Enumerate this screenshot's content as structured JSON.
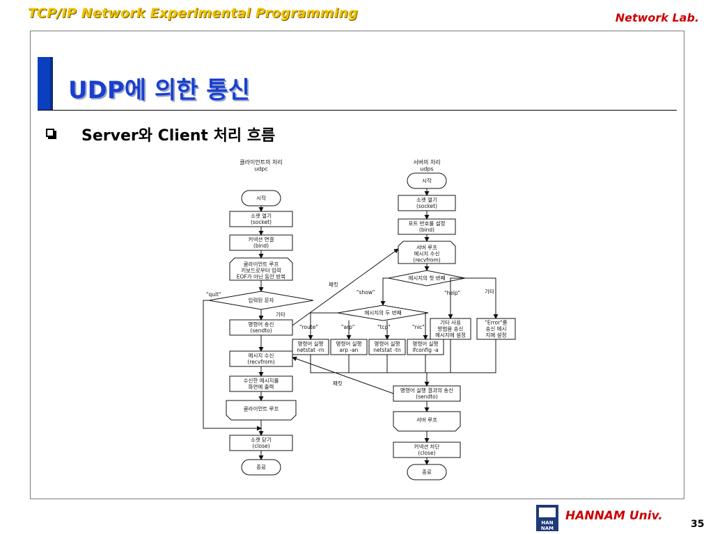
{
  "header": {
    "title": "TCP/IP Network Experimental Programming",
    "lab": "Network Lab."
  },
  "slide": {
    "title": "UDP에 의한 통신",
    "bullet": "Server와 Client 처리 흐름"
  },
  "footer": {
    "university": "HANNAM Univ.",
    "page": "35",
    "logo_text": "HAN NAM"
  },
  "diagram": {
    "client_title": "클라이언트의 처리",
    "client_sub": "udpc",
    "server_title": "서버의 처리",
    "server_sub": "udps",
    "client": {
      "start": "시작",
      "socket": [
        "소켓 열기",
        "(socket)"
      ],
      "bind": [
        "커넥션 연결",
        "(bind)"
      ],
      "loop": [
        "클라이언트 루프",
        "키보드로부터 입력",
        "EOF가 아닌 동안 반복"
      ],
      "decision": "입력된 문자",
      "quit": "\"quit\"",
      "other": "기타",
      "sendto": [
        "명령어 송신",
        "(sendto)"
      ],
      "recvfrom": [
        "메시지 수신",
        "(recvfrom)"
      ],
      "print": [
        "수신한 메시지를",
        "화면에 출력"
      ],
      "loop_end": "클라이언트 루프",
      "close": [
        "소켓 닫기",
        "(close)"
      ],
      "end": "종료"
    },
    "server": {
      "start": "시작",
      "socket": [
        "소켓 열기",
        "(socket)"
      ],
      "bind": [
        "포트 번호를 설정",
        "(bind)"
      ],
      "loop": [
        "서버 루프",
        "메시지 수신",
        "(recvfrom)"
      ],
      "decision1": "메시지의 첫 번째",
      "show": "\"show\"",
      "help": "\"help\"",
      "other": "기타",
      "decision2": "메시지의 두 번째",
      "route": "\"route\"",
      "arp": "\"arp\"",
      "tcp": "\"tcp\"",
      "nic": "\"nic\"",
      "cmd_route": [
        "명령어 실행",
        "netstat -rn"
      ],
      "cmd_arp": [
        "명령어 실행",
        "arp -an"
      ],
      "cmd_tcp": [
        "명령어 실행",
        "netstat -tn"
      ],
      "cmd_nic": [
        "명령어 실행",
        "ifconfig -a"
      ],
      "help_box": [
        "기타 사용",
        "방법을 송신",
        "메시지에 설정"
      ],
      "error_box": [
        "\"Error\"를",
        "송신 메시",
        "지에 설정"
      ],
      "sendto": [
        "명령어 실행 결과의 송신",
        "(sendto)"
      ],
      "loop_end": "서버 루프",
      "close": [
        "커넥션 차단",
        "(close)"
      ],
      "end": "종료"
    },
    "packet1": "패킷",
    "packet2": "패킷"
  }
}
